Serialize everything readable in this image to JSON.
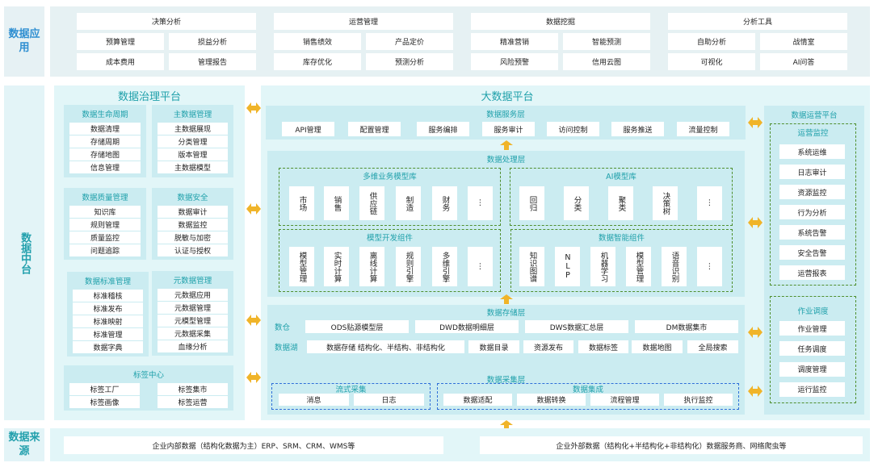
{
  "layers": {
    "application": "数据应用",
    "middle": "数据中台",
    "source": "数据来源"
  },
  "application": {
    "groups": [
      {
        "title": "决策分析",
        "items": [
          "预算管理",
          "损益分析",
          "成本费用",
          "管理报告"
        ]
      },
      {
        "title": "运营管理",
        "items": [
          "销售绩效",
          "产品定价",
          "库存优化",
          "预测分析"
        ]
      },
      {
        "title": "数据挖掘",
        "items": [
          "精准营销",
          "智能预测",
          "风险预警",
          "信用云图"
        ]
      },
      {
        "title": "分析工具",
        "items": [
          "自助分析",
          "战情室",
          "可视化",
          "AI问答"
        ]
      }
    ]
  },
  "governance": {
    "title": "数据治理平台",
    "groups": [
      {
        "title": "数据生命周期",
        "items": [
          "数据清理",
          "存储周期",
          "存储地图",
          "信息管理"
        ]
      },
      {
        "title": "主数据管理",
        "items": [
          "主数据展现",
          "分类管理",
          "版本管理",
          "主数据模型"
        ]
      },
      {
        "title": "数据质量管理",
        "items": [
          "知识库",
          "规则管理",
          "质量监控",
          "问题追踪"
        ]
      },
      {
        "title": "数据安全",
        "items": [
          "数据审计",
          "数据监控",
          "脱敏与加密",
          "认证与授权"
        ]
      },
      {
        "title": "数据标准管理",
        "items": [
          "标准稽核",
          "标准发布",
          "标准映射",
          "标准管理",
          "数据字典"
        ]
      },
      {
        "title": "元数据管理",
        "items": [
          "元数据应用",
          "元数据管理",
          "元模型管理",
          "元数据采集",
          "血缘分析"
        ]
      },
      {
        "title": "标签中心",
        "items": [
          "标签工厂",
          "标签集市",
          "标签画像",
          "标签运营"
        ]
      }
    ]
  },
  "platform": {
    "title": "大数据平台",
    "service": {
      "title": "数据服务层",
      "items": [
        "API管理",
        "配置管理",
        "服务编排",
        "服务审计",
        "访问控制",
        "服务推送",
        "流量控制"
      ]
    },
    "processing": {
      "title": "数据处理层",
      "groups": [
        {
          "title": "多维业务模型库",
          "items": [
            "市场",
            "销售",
            "供应链",
            "制造",
            "财务",
            "⋮"
          ]
        },
        {
          "title": "AI模型库",
          "items": [
            "回归",
            "分类",
            "聚类",
            "决策树",
            "⋮"
          ]
        },
        {
          "title": "模型开发组件",
          "items": [
            "模型管理",
            "实时计算",
            "离线计算",
            "规则引擎",
            "多维引擎",
            "⋮"
          ]
        },
        {
          "title": "数据智能组件",
          "items": [
            "知识图谱",
            "NLP",
            "机器学习",
            "模型管理",
            "语音识别",
            "⋮"
          ]
        }
      ]
    },
    "storage": {
      "title": "数据存储层",
      "warehouse": {
        "label": "数仓",
        "items": [
          "ODS贴源模型层",
          "DWD数据明细层",
          "DWS数据汇总层",
          "DM数据集市"
        ]
      },
      "lake": {
        "label": "数据湖",
        "items": [
          "数据存储 结构化、半结构、非结构化",
          "数据目录",
          "资源发布",
          "数据标签",
          "数据地图",
          "全局搜索"
        ]
      }
    },
    "collection": {
      "title": "数据采集层",
      "streaming": {
        "title": "流式采集",
        "items": [
          "消息",
          "日志"
        ]
      },
      "integration": {
        "title": "数据集成",
        "items": [
          "数据适配",
          "数据转换",
          "流程管理",
          "执行监控"
        ]
      }
    }
  },
  "operations": {
    "title": "数据运营平台",
    "monitoring": {
      "title": "运营监控",
      "items": [
        "系统运维",
        "日志审计",
        "资源监控",
        "行为分析",
        "系统告警",
        "安全告警",
        "运营报表"
      ]
    },
    "scheduling": {
      "title": "作业调度",
      "items": [
        "作业管理",
        "任务调度",
        "调度管理",
        "运行监控"
      ]
    }
  },
  "sources": [
    "企业内部数据（结构化数据为主）ERP、SRM、CRM、WMS等",
    "企业外部数据（结构化+半结构化+非结构化）数据服务商、网络爬虫等"
  ],
  "colors": {
    "teal": "#1fa0aa",
    "blue": "#2f8fd1",
    "arrow": "#f0b429",
    "panel": "#e2f6f8",
    "group": "#cbecf1"
  }
}
